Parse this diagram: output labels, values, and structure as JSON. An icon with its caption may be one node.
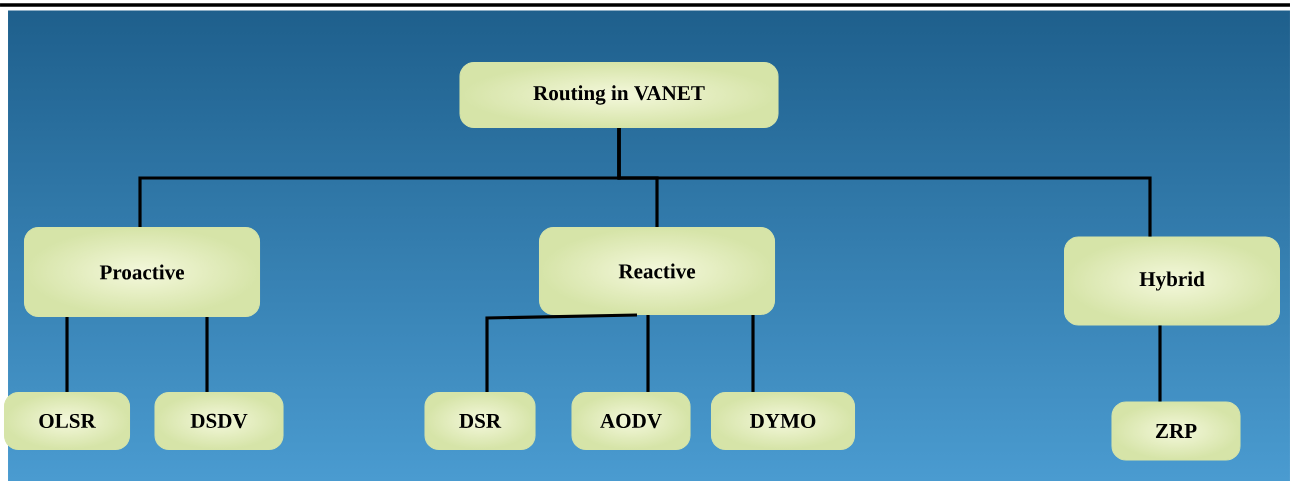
{
  "diagram": {
    "nodes": [
      {
        "text": [
          "Routing in VANET"
        ]
      },
      {
        "text": [
          "Proactive"
        ]
      },
      {
        "text": [
          "Reactive"
        ]
      },
      {
        "text": [
          "Hybrid"
        ]
      },
      {
        "text": [
          "OLSR"
        ]
      },
      {
        "text": [
          "DSDV"
        ]
      },
      {
        "text": [
          "DSR"
        ]
      },
      {
        "text": [
          "AODV"
        ]
      },
      {
        "text": [
          "DYMO"
        ]
      },
      {
        "text": [
          "ZRP"
        ]
      }
    ],
    "edges": [
      {
        "from": 0,
        "to": 1,
        "arrow": "none"
      },
      {
        "from": 0,
        "to": 2,
        "arrow": "none"
      },
      {
        "from": 0,
        "to": 3,
        "arrow": "none"
      },
      {
        "from": 1,
        "to": 4,
        "arrow": "none"
      },
      {
        "from": 1,
        "to": 5,
        "arrow": "none"
      },
      {
        "from": 2,
        "to": 6,
        "arrow": "none"
      },
      {
        "from": 2,
        "to": 7,
        "arrow": "none"
      },
      {
        "from": 2,
        "to": 8,
        "arrow": "none"
      },
      {
        "from": 3,
        "to": 9,
        "arrow": "none"
      }
    ]
  }
}
